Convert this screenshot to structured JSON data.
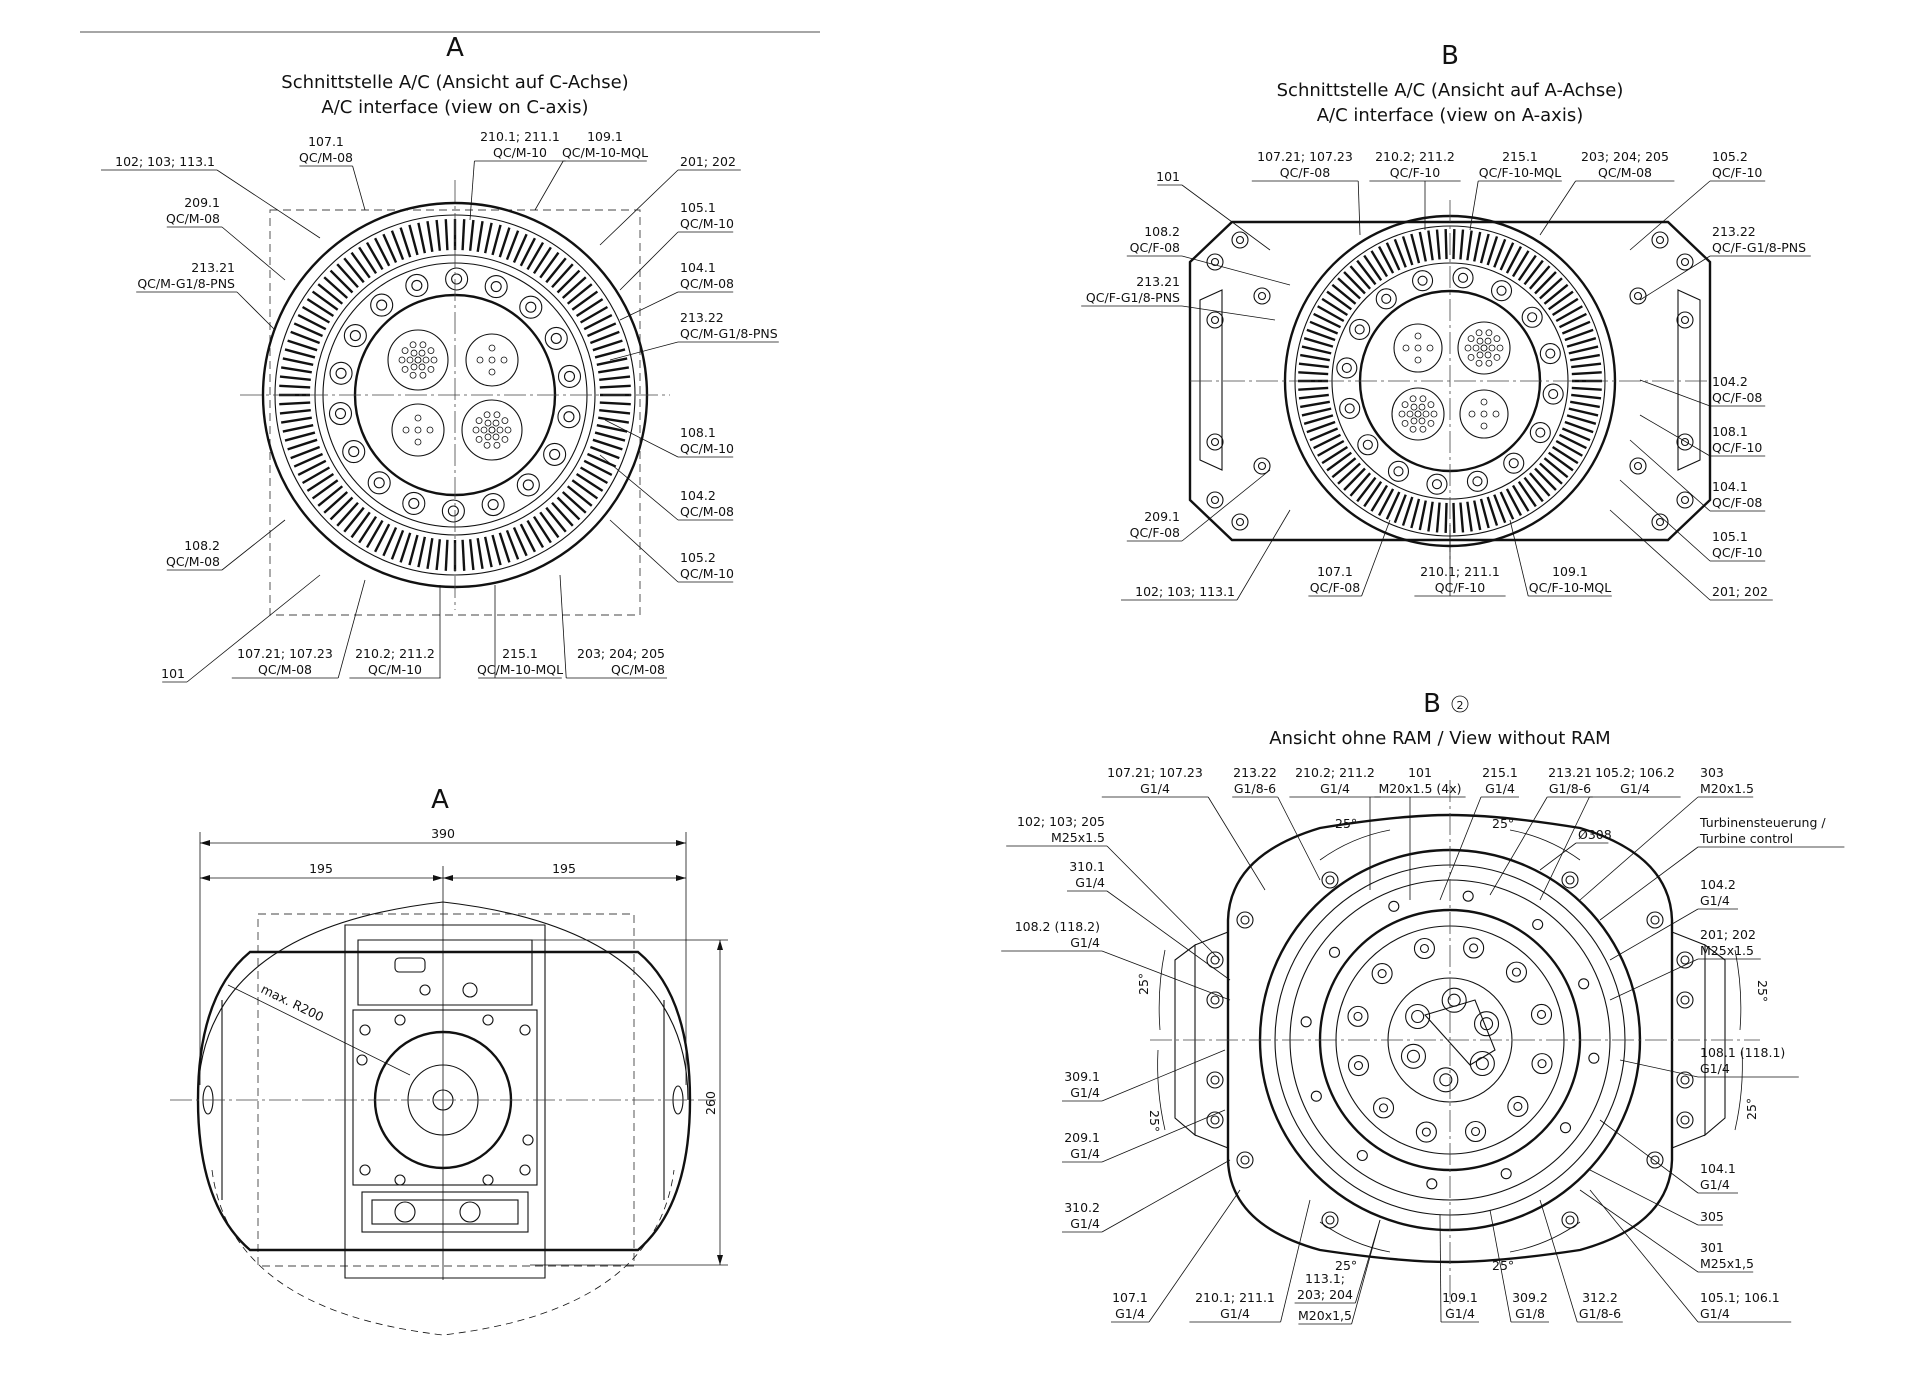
{
  "views": [
    {
      "id": "view-a-top",
      "letter": "A",
      "title_de": "Schnittstelle A/C (Ansicht auf C-Achse)",
      "title_en": "A/C interface (view on C-axis)",
      "callouts": [
        {
          "l1": "102; 103; 113.1",
          "l2": ""
        },
        {
          "l1": "107.1",
          "l2": "QC/M-08"
        },
        {
          "l1": "210.1; 211.1",
          "l2": "QC/M-10"
        },
        {
          "l1": "109.1",
          "l2": "QC/M-10-MQL"
        },
        {
          "l1": "201; 202",
          "l2": ""
        },
        {
          "l1": "209.1",
          "l2": "QC/M-08"
        },
        {
          "l1": "105.1",
          "l2": "QC/M-10"
        },
        {
          "l1": "213.21",
          "l2": "QC/M-G1/8-PNS"
        },
        {
          "l1": "104.1",
          "l2": "QC/M-08"
        },
        {
          "l1": "213.22",
          "l2": "QC/M-G1/8-PNS"
        },
        {
          "l1": "108.1",
          "l2": "QC/M-10"
        },
        {
          "l1": "104.2",
          "l2": "QC/M-08"
        },
        {
          "l1": "108.2",
          "l2": "QC/M-08"
        },
        {
          "l1": "105.2",
          "l2": "QC/M-10"
        },
        {
          "l1": "101",
          "l2": ""
        },
        {
          "l1": "107.21; 107.23",
          "l2": "QC/M-08"
        },
        {
          "l1": "210.2; 211.2",
          "l2": "QC/M-10"
        },
        {
          "l1": "215.1",
          "l2": "QC/M-10-MQL"
        },
        {
          "l1": "203; 204; 205",
          "l2": "QC/M-08"
        }
      ]
    },
    {
      "id": "view-b-top",
      "letter": "B",
      "title_de": "Schnittstelle A/C (Ansicht auf A-Achse)",
      "title_en": "A/C interface (view on A-axis)",
      "callouts": [
        {
          "l1": "101",
          "l2": ""
        },
        {
          "l1": "107.21; 107.23",
          "l2": "QC/F-08"
        },
        {
          "l1": "210.2; 211.2",
          "l2": "QC/F-10"
        },
        {
          "l1": "215.1",
          "l2": "QC/F-10-MQL"
        },
        {
          "l1": "203; 204; 205",
          "l2": "QC/M-08"
        },
        {
          "l1": "105.2",
          "l2": "QC/F-10"
        },
        {
          "l1": "108.2",
          "l2": "QC/F-08"
        },
        {
          "l1": "213.22",
          "l2": "QC/F-G1/8-PNS"
        },
        {
          "l1": "213.21",
          "l2": "QC/F-G1/8-PNS"
        },
        {
          "l1": "104.2",
          "l2": "QC/F-08"
        },
        {
          "l1": "108.1",
          "l2": "QC/F-10"
        },
        {
          "l1": "104.1",
          "l2": "QC/F-08"
        },
        {
          "l1": "209.1",
          "l2": "QC/F-08"
        },
        {
          "l1": "105.1",
          "l2": "QC/F-10"
        },
        {
          "l1": "107.1",
          "l2": "QC/F-08"
        },
        {
          "l1": "210.1; 211.1",
          "l2": "QC/F-10"
        },
        {
          "l1": "109.1",
          "l2": "QC/F-10-MQL"
        },
        {
          "l1": "102; 103; 113.1",
          "l2": ""
        },
        {
          "l1": "201; 202",
          "l2": ""
        }
      ]
    },
    {
      "id": "view-a-bottom",
      "letter": "A",
      "dims": {
        "total": "390",
        "left": "195",
        "right": "195",
        "height": "260",
        "radius": "max. R200"
      }
    },
    {
      "id": "view-b-bottom",
      "letter": "B",
      "circled": "2",
      "title": "Ansicht ohne RAM / View without RAM",
      "angle_label": "25°",
      "callouts": [
        {
          "l1": "107.21; 107.23",
          "l2": "G1/4"
        },
        {
          "l1": "213.22",
          "l2": "G1/8-6"
        },
        {
          "l1": "210.2; 211.2",
          "l2": "G1/4"
        },
        {
          "l1": "101",
          "l2": "M20x1.5 (4x)"
        },
        {
          "l1": "215.1",
          "l2": "G1/4"
        },
        {
          "l1": "213.21",
          "l2": "G1/8-6"
        },
        {
          "l1": "105.2; 106.2",
          "l2": "G1/4"
        },
        {
          "l1": "303",
          "l2": "M20x1.5"
        },
        {
          "l1": "102; 103; 205",
          "l2": "M25x1.5"
        },
        {
          "l1": "Turbinensteuerung /",
          "l2": "Turbine control"
        },
        {
          "l1": "Ø308",
          "l2": ""
        },
        {
          "l1": "310.1",
          "l2": "G1/4"
        },
        {
          "l1": "104.2",
          "l2": "G1/4"
        },
        {
          "l1": "108.2 (118.2)",
          "l2": "G1/4"
        },
        {
          "l1": "201; 202",
          "l2": "M25x1.5"
        },
        {
          "l1": "108.1 (118.1)",
          "l2": "G1/4"
        },
        {
          "l1": "309.1",
          "l2": "G1/4"
        },
        {
          "l1": "209.1",
          "l2": "G1/4"
        },
        {
          "l1": "104.1",
          "l2": "G1/4"
        },
        {
          "l1": "310.2",
          "l2": "G1/4"
        },
        {
          "l1": "305",
          "l2": ""
        },
        {
          "l1": "301",
          "l2": "M25x1,5"
        },
        {
          "l1": "107.1",
          "l2": "G1/4"
        },
        {
          "l1": "210.1; 211.1",
          "l2": "G1/4"
        },
        {
          "l1": "113.1;",
          "l2": "203; 204"
        },
        {
          "l1": "M20x1,5",
          "l2": ""
        },
        {
          "l1": "109.1",
          "l2": "G1/4"
        },
        {
          "l1": "309.2",
          "l2": "G1/8"
        },
        {
          "l1": "312.2",
          "l2": "G1/8-6"
        },
        {
          "l1": "105.1; 106.1",
          "l2": "G1/4"
        }
      ]
    }
  ]
}
